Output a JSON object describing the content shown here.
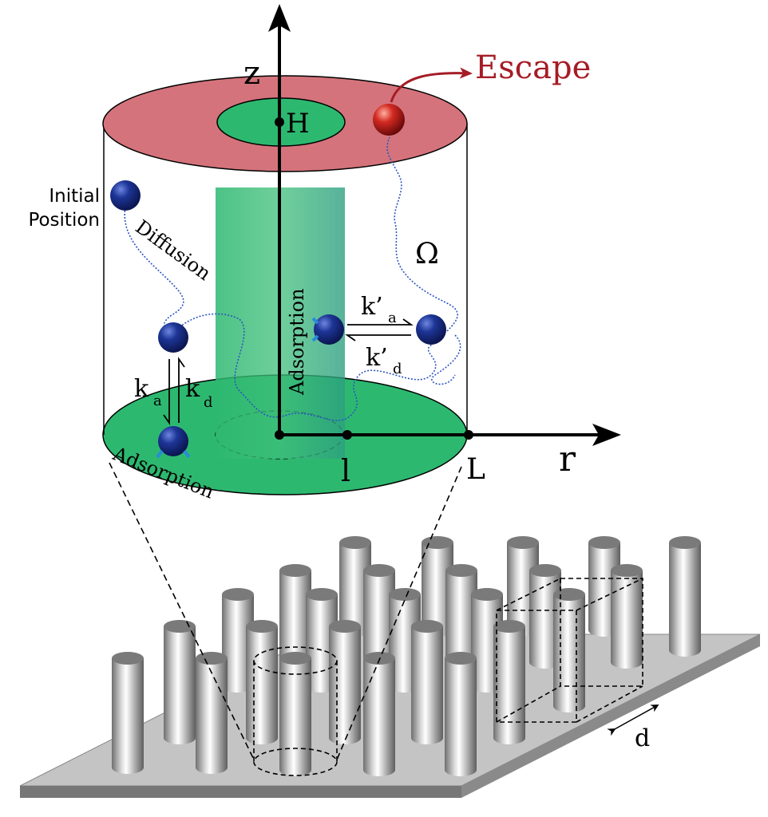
{
  "labels": {
    "z_axis": "z",
    "r_axis": "r",
    "height": "H",
    "inner_radius": "l",
    "outer_radius": "L",
    "domain": "Ω",
    "escape": "Escape",
    "initial_position_line1": "Initial",
    "initial_position_line2": "Position",
    "diffusion": "Diffusion",
    "adsorption_column": "Adsorption",
    "adsorption_base": "Adsorption",
    "spacing": "d",
    "k_prime_a": "k’",
    "k_prime_a_sub": "a",
    "k_prime_d": "k’",
    "k_prime_d_sub": "d",
    "k_a": "k",
    "k_a_sub": "a",
    "k_d": "k",
    "k_d_sub": "d"
  },
  "colors": {
    "top_annulus": "#d4737b",
    "adsorbing_surface": "#2db870",
    "escape_text": "#a51c26",
    "particle": "#1a2f8a",
    "escaped_particle": "#c41e24",
    "pillar": "#b5b5b5",
    "substrate": "#bdbdbd"
  }
}
